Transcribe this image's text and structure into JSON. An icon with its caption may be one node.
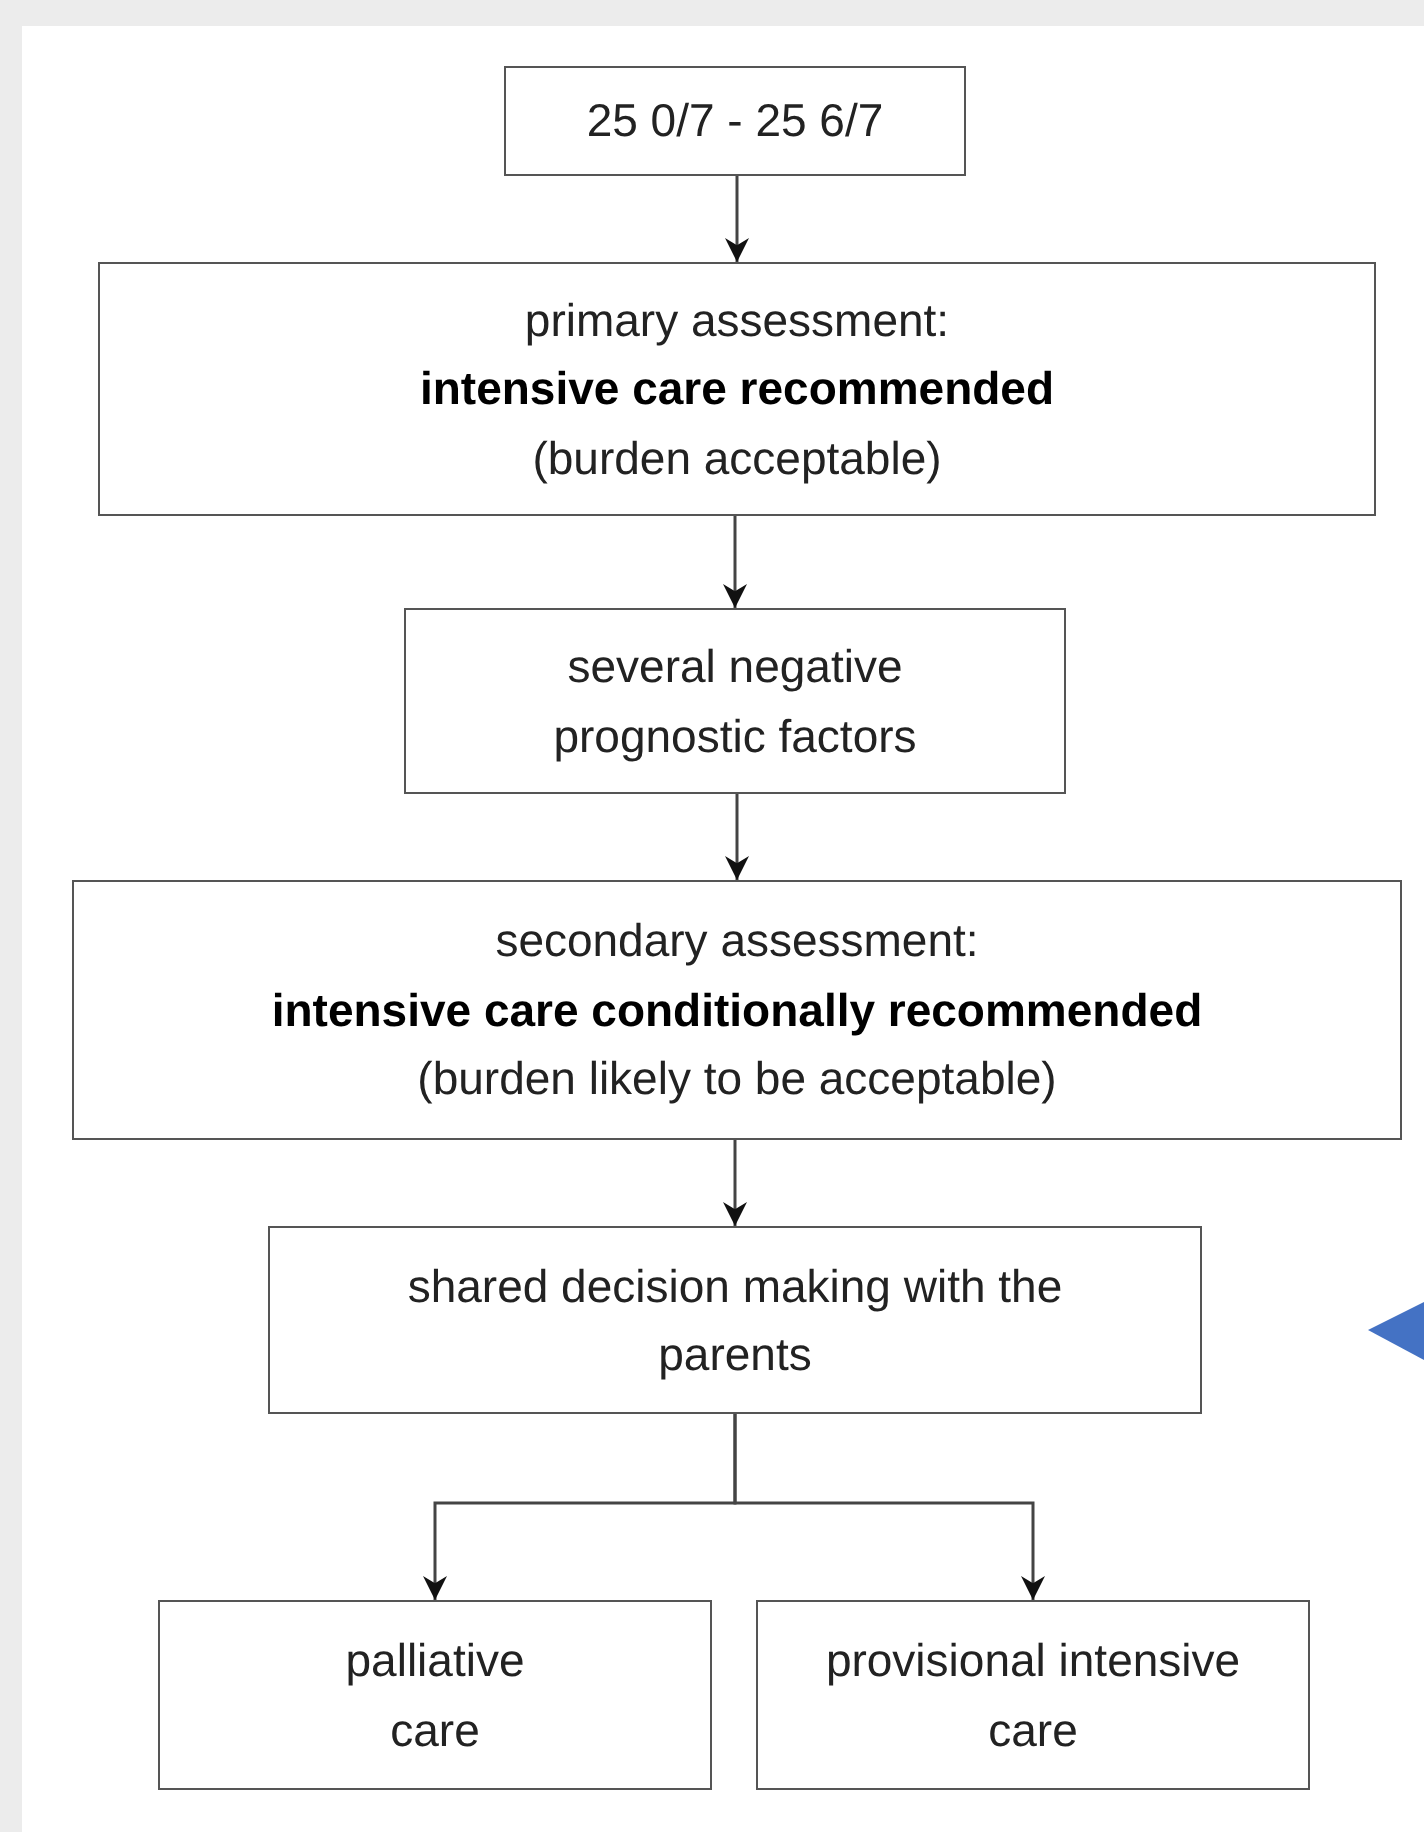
{
  "diagram": {
    "nodes": [
      {
        "text": [
          "25 0/7 - 25 6/7"
        ]
      },
      {
        "text": [
          "primary assessment:",
          "intensive care recommended",
          "(burden acceptable)"
        ]
      },
      {
        "text": [
          "several negative prognostic factors"
        ]
      },
      {
        "text": [
          "secondary assessment:",
          "intensive care conditionally recommended",
          "(burden likely to be acceptable)"
        ]
      },
      {
        "text": [
          "shared decision making with the parents"
        ]
      },
      {
        "text": [
          "palliative care"
        ]
      },
      {
        "text": [
          "provisional intensive care"
        ]
      }
    ],
    "edges": [
      {
        "from": 0,
        "to": 1,
        "arrow": "to"
      },
      {
        "from": 1,
        "to": 2,
        "arrow": "to"
      },
      {
        "from": 2,
        "to": 3,
        "arrow": "to"
      },
      {
        "from": 3,
        "to": 4,
        "arrow": "to"
      },
      {
        "from": 4,
        "to": 5,
        "arrow": "to"
      },
      {
        "from": 4,
        "to": 6,
        "arrow": "to"
      }
    ]
  }
}
